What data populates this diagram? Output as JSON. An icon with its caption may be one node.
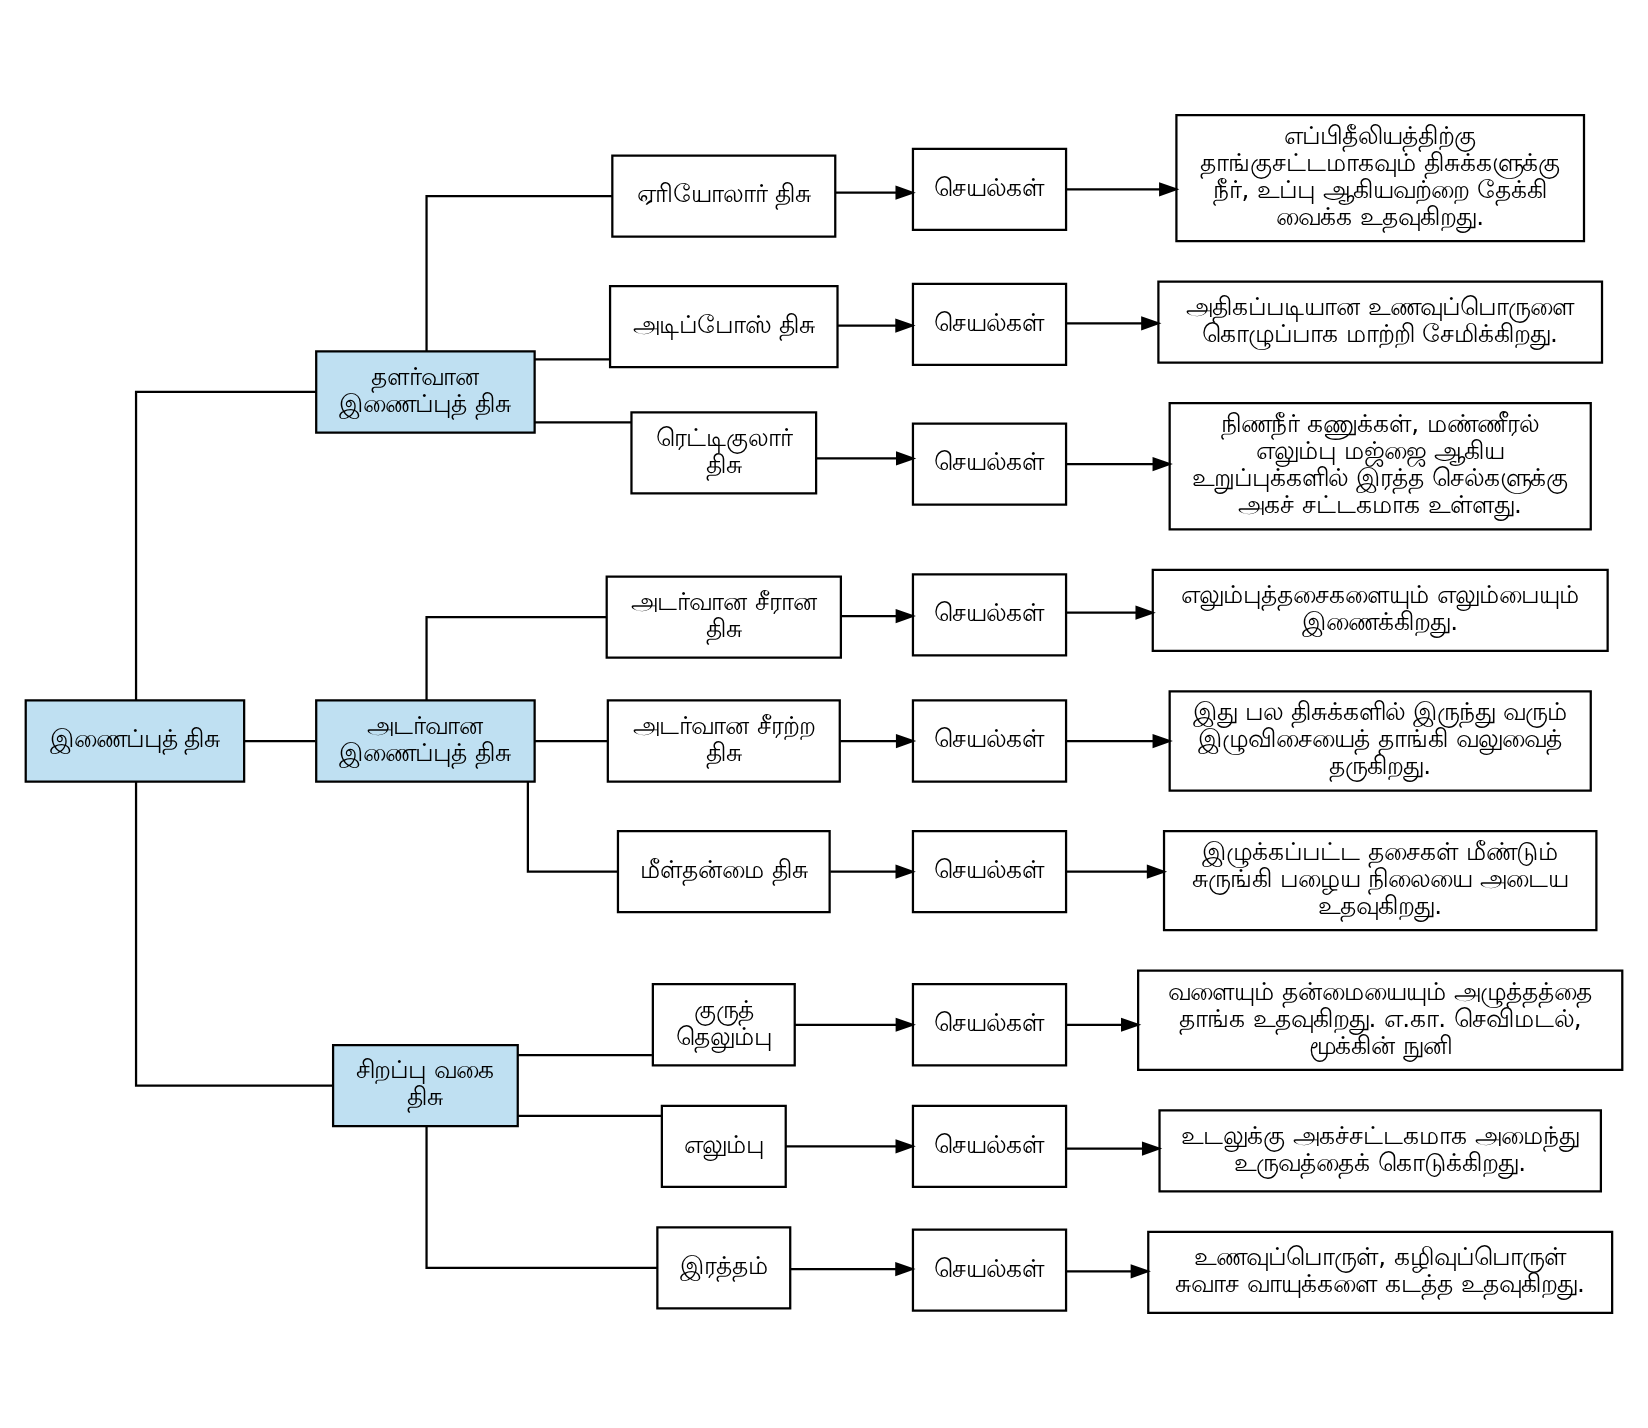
{
  "diagram": {
    "nodes": [
      {
        "text": [
          "இணைப்புத் திசு"
        ]
      },
      {
        "text": [
          "தளர்வான இணைப்புத் திசு"
        ]
      },
      {
        "text": [
          "ஏரியோலார் திசு"
        ]
      },
      {
        "text": [
          "செயல்கள்"
        ]
      },
      {
        "text": [
          "எப்பிதீலியத்திற்கு தாங்குசட்டமாகவும் திசுக்களுக்கு நீர், உப்பு ஆகியவற்றை தேக்கி வைக்க உதவுகிறது."
        ]
      },
      {
        "text": [
          "அடிப்போஸ் திசு"
        ]
      },
      {
        "text": [
          "செயல்கள்"
        ]
      },
      {
        "text": [
          "அதிகப்படியான உணவுப்பொருளை கொழுப்பாக மாற்றி சேமிக்கிறது."
        ]
      },
      {
        "text": [
          "ரெட்டிகுலார் திசு"
        ]
      },
      {
        "text": [
          "செயல்கள்"
        ]
      },
      {
        "text": [
          "நிணநீர் கணுக்கள், மண்ணீரல் எலும்பு மஜ்ஜை ஆகிய உறுப்புக்களில் இரத்த செல்களுக்கு அகச் சட்டகமாக உள்ளது."
        ]
      },
      {
        "text": [
          "அடர்வான இணைப்புத் திசு"
        ]
      },
      {
        "text": [
          "அடர்வான சீரான திசு"
        ]
      },
      {
        "text": [
          "செயல்கள்"
        ]
      },
      {
        "text": [
          "எலும்புத்தசைகளையும் எலும்பையும் இணைக்கிறது."
        ]
      },
      {
        "text": [
          "அடர்வான சீரற்ற திசு"
        ]
      },
      {
        "text": [
          "செயல்கள்"
        ]
      },
      {
        "text": [
          "இது பல திசுக்களில் இருந்து வரும் இழுவிசையைத் தாங்கி வலுவைத் தருகிறது."
        ]
      },
      {
        "text": [
          "மீள்தன்மை திசு"
        ]
      },
      {
        "text": [
          "செயல்கள்"
        ]
      },
      {
        "text": [
          "இழுக்கப்பட்ட தசைகள் மீண்டும் சுருங்கி பழைய நிலையை அடைய உதவுகிறது."
        ]
      },
      {
        "text": [
          "சிறப்பு வகை திசு"
        ]
      },
      {
        "text": [
          "குருத் தெலும்பு"
        ]
      },
      {
        "text": [
          "செயல்கள்"
        ]
      },
      {
        "text": [
          "வளையும் தன்மையையும் அழுத்தத்தை தாங்க உதவுகிறது. எ.கா. செவிமடல், மூக்கின் நுனி"
        ]
      },
      {
        "text": [
          "எலும்பு"
        ]
      },
      {
        "text": [
          "செயல்கள்"
        ]
      },
      {
        "text": [
          "உடலுக்கு அகச்சட்டகமாக அமைந்து உருவத்தைக் கொடுக்கிறது."
        ]
      },
      {
        "text": [
          "இரத்தம்"
        ]
      },
      {
        "text": [
          "செயல்கள்"
        ]
      },
      {
        "text": [
          "உணவுப்பொருள், கழிவுப்பொருள் சுவாச வாயுக்களை கடத்த உதவுகிறது."
        ]
      }
    ],
    "edges": [
      {
        "from": 0,
        "to": 1,
        "arrow": "none"
      },
      {
        "from": 0,
        "to": 11,
        "arrow": "none"
      },
      {
        "from": 0,
        "to": 21,
        "arrow": "none"
      },
      {
        "from": 1,
        "to": 2,
        "arrow": "none"
      },
      {
        "from": 2,
        "to": 3,
        "arrow": "to"
      },
      {
        "from": 3,
        "to": 4,
        "arrow": "to"
      },
      {
        "from": 1,
        "to": 5,
        "arrow": "none"
      },
      {
        "from": 5,
        "to": 6,
        "arrow": "to"
      },
      {
        "from": 6,
        "to": 7,
        "arrow": "to"
      },
      {
        "from": 1,
        "to": 8,
        "arrow": "none"
      },
      {
        "from": 8,
        "to": 9,
        "arrow": "to"
      },
      {
        "from": 9,
        "to": 10,
        "arrow": "to"
      },
      {
        "from": 11,
        "to": 12,
        "arrow": "none"
      },
      {
        "from": 12,
        "to": 13,
        "arrow": "to"
      },
      {
        "from": 13,
        "to": 14,
        "arrow": "to"
      },
      {
        "from": 11,
        "to": 15,
        "arrow": "none"
      },
      {
        "from": 15,
        "to": 16,
        "arrow": "to"
      },
      {
        "from": 16,
        "to": 17,
        "arrow": "to"
      },
      {
        "from": 11,
        "to": 18,
        "arrow": "none"
      },
      {
        "from": 18,
        "to": 19,
        "arrow": "to"
      },
      {
        "from": 19,
        "to": 20,
        "arrow": "to"
      },
      {
        "from": 21,
        "to": 22,
        "arrow": "none"
      },
      {
        "from": 22,
        "to": 23,
        "arrow": "to"
      },
      {
        "from": 23,
        "to": 24,
        "arrow": "to"
      },
      {
        "from": 21,
        "to": 25,
        "arrow": "none"
      },
      {
        "from": 25,
        "to": 26,
        "arrow": "to"
      },
      {
        "from": 26,
        "to": 27,
        "arrow": "to"
      },
      {
        "from": 21,
        "to": 28,
        "arrow": "none"
      },
      {
        "from": 28,
        "to": 29,
        "arrow": "to"
      },
      {
        "from": 29,
        "to": 30,
        "arrow": "to"
      }
    ]
  }
}
